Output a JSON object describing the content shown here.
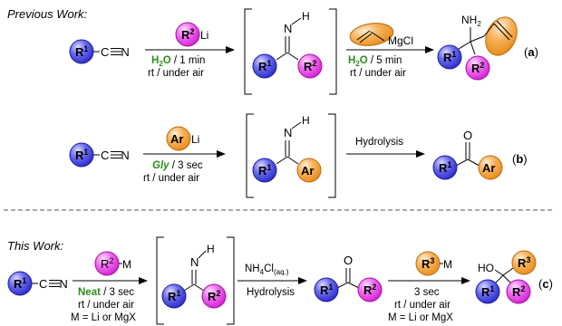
{
  "previous_label": "Previous Work:",
  "this_label": "This Work:",
  "groups": {
    "R1": "R",
    "R2": "R",
    "R3": "R",
    "Ar": "Ar",
    "sup1": "1",
    "sup2": "2",
    "sup3": "3"
  },
  "atoms": {
    "C": "C",
    "N": "N",
    "H": "H",
    "O": "O",
    "HO": "HO",
    "NH": "NH",
    "sub2": "2",
    "M": "M",
    "Li": "Li",
    "MgCl": "MgCl"
  },
  "rxn_a": {
    "water": "H",
    "water_sub": "2",
    "water_rest": "O",
    "time1": " / 1 min",
    "cond1": "rt / under air",
    "time2": " / 5 min",
    "cond2": "rt / under air",
    "tag_open": "(",
    "tag": "a",
    "tag_close": ")"
  },
  "rxn_b": {
    "solvent": "Gly",
    "time": " / 3 sec",
    "cond": "rt / under air",
    "step2": "Hydrolysis",
    "tag_open": "(",
    "tag": "b",
    "tag_close": ")"
  },
  "rxn_c": {
    "neat": "Neat",
    "time": " / 3 sec",
    "cond": "rt / under air",
    "metal": "M = Li or MgX",
    "nh4": "NH",
    "nh4_sub1": "4",
    "nh4_rest": "Cl",
    "nh4_sub2": "(aq.)",
    "step2": "Hydrolysis",
    "step3_time": "3 sec",
    "step3_cond": "rt / under air",
    "step3_metal": "M = Li or MgX",
    "tag_open": "(",
    "tag": "c",
    "tag_close": ")"
  },
  "colors": {
    "blue": "#3a3ad9",
    "magenta": "#e638e6",
    "orange": "#f29b2f",
    "green": "#2e8b1e"
  }
}
